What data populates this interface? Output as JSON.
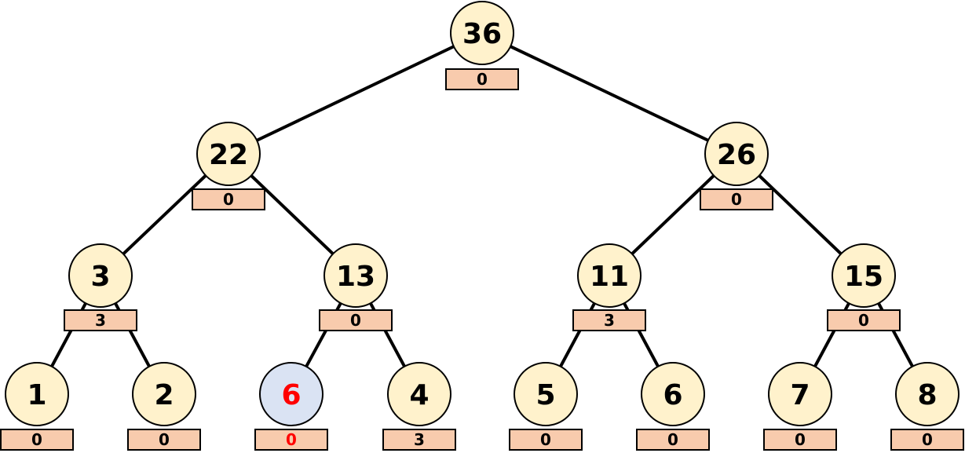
{
  "colors": {
    "node_fill": "#fff2cc",
    "node_fill_highlight": "#dae3f3",
    "node_stroke": "#000000",
    "tag_fill": "#f8cbad",
    "tag_stroke": "#000000",
    "edge": "#000000",
    "text": "#000000",
    "text_highlight": "#ff0000"
  },
  "tree": {
    "nodes": [
      {
        "id": "n1",
        "value": "36",
        "tag": "0"
      },
      {
        "id": "n2",
        "value": "22",
        "tag": "0"
      },
      {
        "id": "n3",
        "value": "26",
        "tag": "0"
      },
      {
        "id": "n4",
        "value": "3",
        "tag": "3"
      },
      {
        "id": "n5",
        "value": "13",
        "tag": "0"
      },
      {
        "id": "n6",
        "value": "11",
        "tag": "3"
      },
      {
        "id": "n7",
        "value": "15",
        "tag": "0"
      },
      {
        "id": "n8",
        "value": "1",
        "tag": "0"
      },
      {
        "id": "n9",
        "value": "2",
        "tag": "0"
      },
      {
        "id": "n10",
        "value": "6",
        "tag": "0",
        "highlight": true
      },
      {
        "id": "n11",
        "value": "4",
        "tag": "3"
      },
      {
        "id": "n12",
        "value": "5",
        "tag": "0"
      },
      {
        "id": "n13",
        "value": "6",
        "tag": "0"
      },
      {
        "id": "n14",
        "value": "7",
        "tag": "0"
      },
      {
        "id": "n15",
        "value": "8",
        "tag": "0"
      }
    ],
    "edges": [
      [
        "n1",
        "n2"
      ],
      [
        "n1",
        "n3"
      ],
      [
        "n2",
        "n4"
      ],
      [
        "n2",
        "n5"
      ],
      [
        "n3",
        "n6"
      ],
      [
        "n3",
        "n7"
      ],
      [
        "n4",
        "n8"
      ],
      [
        "n4",
        "n9"
      ],
      [
        "n5",
        "n10"
      ],
      [
        "n5",
        "n11"
      ],
      [
        "n6",
        "n12"
      ],
      [
        "n6",
        "n13"
      ],
      [
        "n7",
        "n14"
      ],
      [
        "n7",
        "n15"
      ]
    ]
  }
}
